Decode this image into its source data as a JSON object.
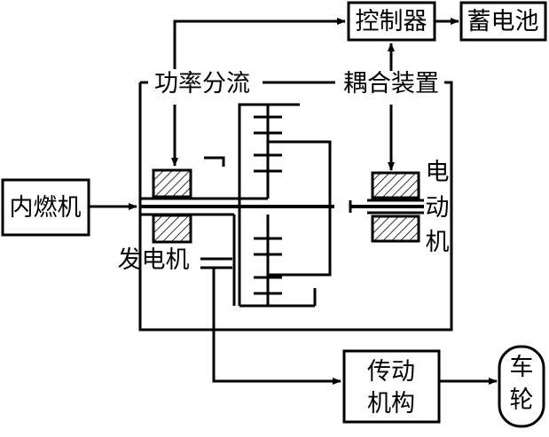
{
  "labels": {
    "controller": "控制器",
    "battery": "蓄电池",
    "power_split": "功率分流",
    "coupling_device": "耦合装置",
    "engine": "内燃机",
    "motor_1": "电",
    "motor_2": "动",
    "motor_3": "机",
    "generator": "发电机",
    "transmission_1": "传动",
    "transmission_2": "机构",
    "wheel_1": "车",
    "wheel_2": "轮"
  }
}
